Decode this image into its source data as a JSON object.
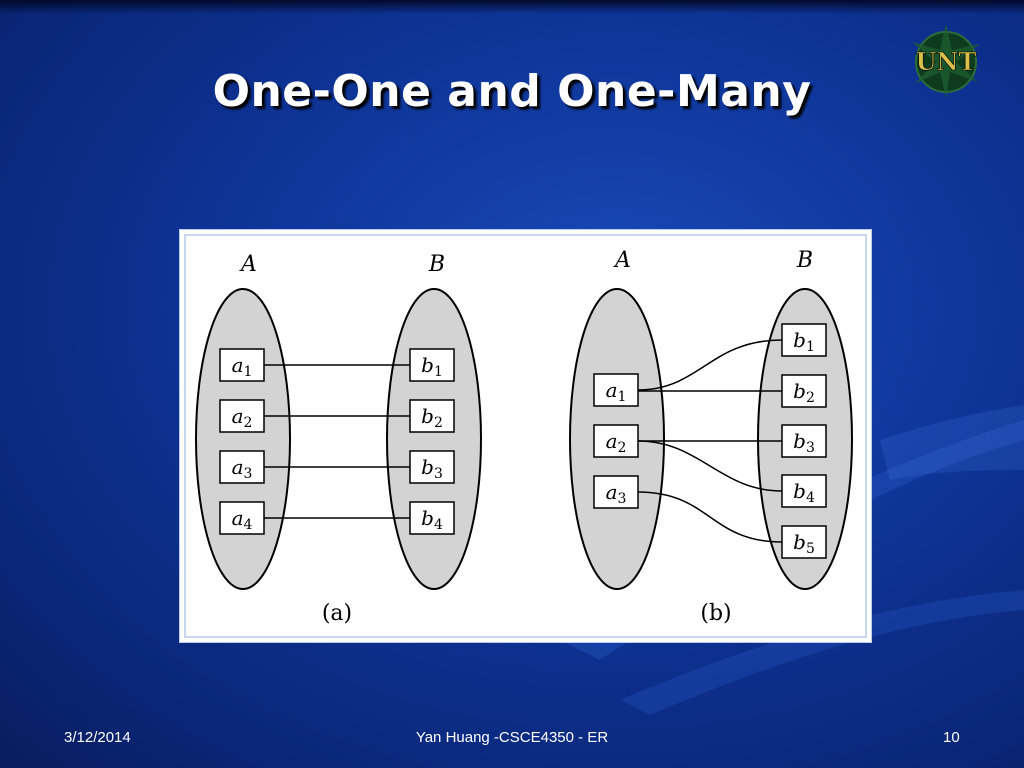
{
  "slide": {
    "title": "One-One and One-Many",
    "footer": {
      "date": "3/12/2014",
      "center": "Yan Huang -CSCE4350 - ER",
      "page": "10"
    },
    "logo_text": "UNT"
  },
  "diagram_a": {
    "label": "(a)",
    "set_a_label": "A",
    "set_b_label": "B",
    "a_items": [
      "a",
      "a",
      "a",
      "a"
    ],
    "a_subs": [
      "1",
      "2",
      "3",
      "4"
    ],
    "b_items": [
      "b",
      "b",
      "b",
      "b"
    ],
    "b_subs": [
      "1",
      "2",
      "3",
      "4"
    ]
  },
  "diagram_b": {
    "label": "(b)",
    "set_a_label": "A",
    "set_b_label": "B",
    "a_items": [
      "a",
      "a",
      "a"
    ],
    "a_subs": [
      "1",
      "2",
      "3"
    ],
    "b_items": [
      "b",
      "b",
      "b",
      "b",
      "b"
    ],
    "b_subs": [
      "1",
      "2",
      "3",
      "4",
      "5"
    ]
  }
}
